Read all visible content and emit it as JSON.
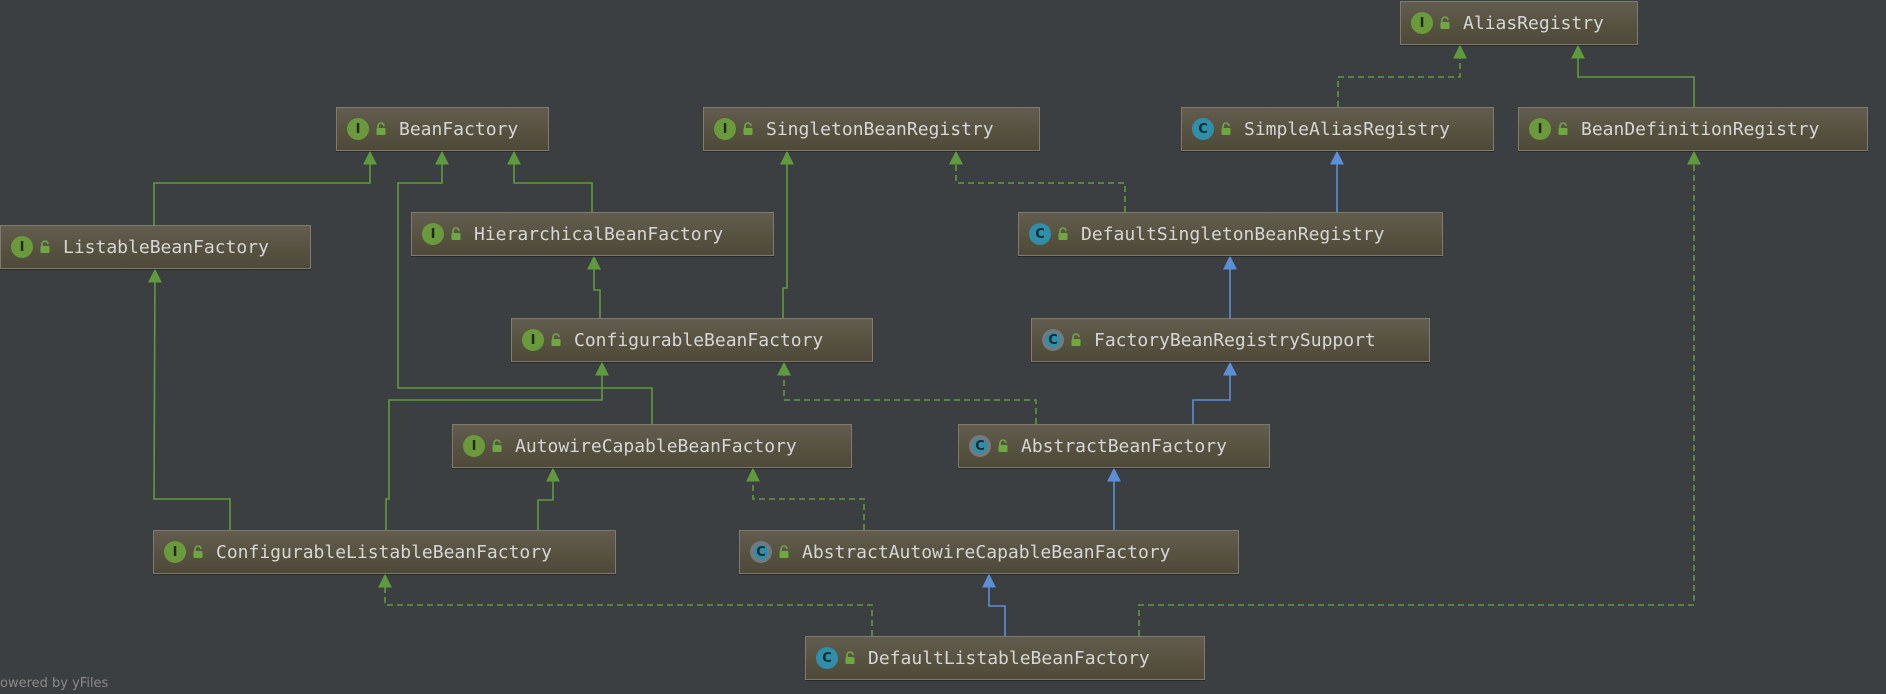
{
  "colors": {
    "background": "#3c3f41",
    "interface_edge": "#5f9a3e",
    "class_edge": "#5b8fd6",
    "node_text": "#d6d6d6"
  },
  "credit": "owered by yFiles",
  "nodes": [
    {
      "id": "AliasRegistry",
      "kind": "I",
      "label": "AliasRegistry"
    },
    {
      "id": "BeanFactory",
      "kind": "I",
      "label": "BeanFactory"
    },
    {
      "id": "SingletonBeanRegistry",
      "kind": "I",
      "label": "SingletonBeanRegistry"
    },
    {
      "id": "SimpleAliasRegistry",
      "kind": "C",
      "label": "SimpleAliasRegistry"
    },
    {
      "id": "BeanDefinitionRegistry",
      "kind": "I",
      "label": "BeanDefinitionRegistry"
    },
    {
      "id": "ListableBeanFactory",
      "kind": "I",
      "label": "ListableBeanFactory"
    },
    {
      "id": "HierarchicalBeanFactory",
      "kind": "I",
      "label": "HierarchicalBeanFactory"
    },
    {
      "id": "DefaultSingletonBeanRegistry",
      "kind": "C",
      "label": "DefaultSingletonBeanRegistry"
    },
    {
      "id": "ConfigurableBeanFactory",
      "kind": "I",
      "label": "ConfigurableBeanFactory"
    },
    {
      "id": "FactoryBeanRegistrySupport",
      "kind": "A",
      "label": "FactoryBeanRegistrySupport"
    },
    {
      "id": "AutowireCapableBeanFactory",
      "kind": "I",
      "label": "AutowireCapableBeanFactory"
    },
    {
      "id": "AbstractBeanFactory",
      "kind": "A",
      "label": "AbstractBeanFactory"
    },
    {
      "id": "ConfigurableListableBeanFactory",
      "kind": "I",
      "label": "ConfigurableListableBeanFactory"
    },
    {
      "id": "AbstractAutowireCapableBeanFactory",
      "kind": "A",
      "label": "AbstractAutowireCapableBeanFactory"
    },
    {
      "id": "DefaultListableBeanFactory",
      "kind": "C",
      "label": "DefaultListableBeanFactory"
    }
  ],
  "edges": [
    {
      "from": "SimpleAliasRegistry",
      "to": "AliasRegistry",
      "type": "implements"
    },
    {
      "from": "BeanDefinitionRegistry",
      "to": "AliasRegistry",
      "type": "extends-interface"
    },
    {
      "from": "ListableBeanFactory",
      "to": "BeanFactory",
      "type": "extends-interface"
    },
    {
      "from": "HierarchicalBeanFactory",
      "to": "BeanFactory",
      "type": "extends-interface"
    },
    {
      "from": "AutowireCapableBeanFactory",
      "to": "BeanFactory",
      "type": "extends-interface"
    },
    {
      "from": "DefaultSingletonBeanRegistry",
      "to": "SingletonBeanRegistry",
      "type": "implements"
    },
    {
      "from": "DefaultSingletonBeanRegistry",
      "to": "SimpleAliasRegistry",
      "type": "extends-class"
    },
    {
      "from": "ConfigurableBeanFactory",
      "to": "HierarchicalBeanFactory",
      "type": "extends-interface"
    },
    {
      "from": "ConfigurableBeanFactory",
      "to": "SingletonBeanRegistry",
      "type": "extends-interface"
    },
    {
      "from": "FactoryBeanRegistrySupport",
      "to": "DefaultSingletonBeanRegistry",
      "type": "extends-class"
    },
    {
      "from": "AbstractBeanFactory",
      "to": "FactoryBeanRegistrySupport",
      "type": "extends-class"
    },
    {
      "from": "AbstractBeanFactory",
      "to": "ConfigurableBeanFactory",
      "type": "implements"
    },
    {
      "from": "ConfigurableListableBeanFactory",
      "to": "ListableBeanFactory",
      "type": "extends-interface"
    },
    {
      "from": "ConfigurableListableBeanFactory",
      "to": "ConfigurableBeanFactory",
      "type": "extends-interface"
    },
    {
      "from": "ConfigurableListableBeanFactory",
      "to": "AutowireCapableBeanFactory",
      "type": "extends-interface"
    },
    {
      "from": "AbstractAutowireCapableBeanFactory",
      "to": "AbstractBeanFactory",
      "type": "extends-class"
    },
    {
      "from": "AbstractAutowireCapableBeanFactory",
      "to": "AutowireCapableBeanFactory",
      "type": "implements"
    },
    {
      "from": "DefaultListableBeanFactory",
      "to": "AbstractAutowireCapableBeanFactory",
      "type": "extends-class"
    },
    {
      "from": "DefaultListableBeanFactory",
      "to": "ConfigurableListableBeanFactory",
      "type": "implements"
    },
    {
      "from": "DefaultListableBeanFactory",
      "to": "BeanDefinitionRegistry",
      "type": "implements"
    }
  ]
}
